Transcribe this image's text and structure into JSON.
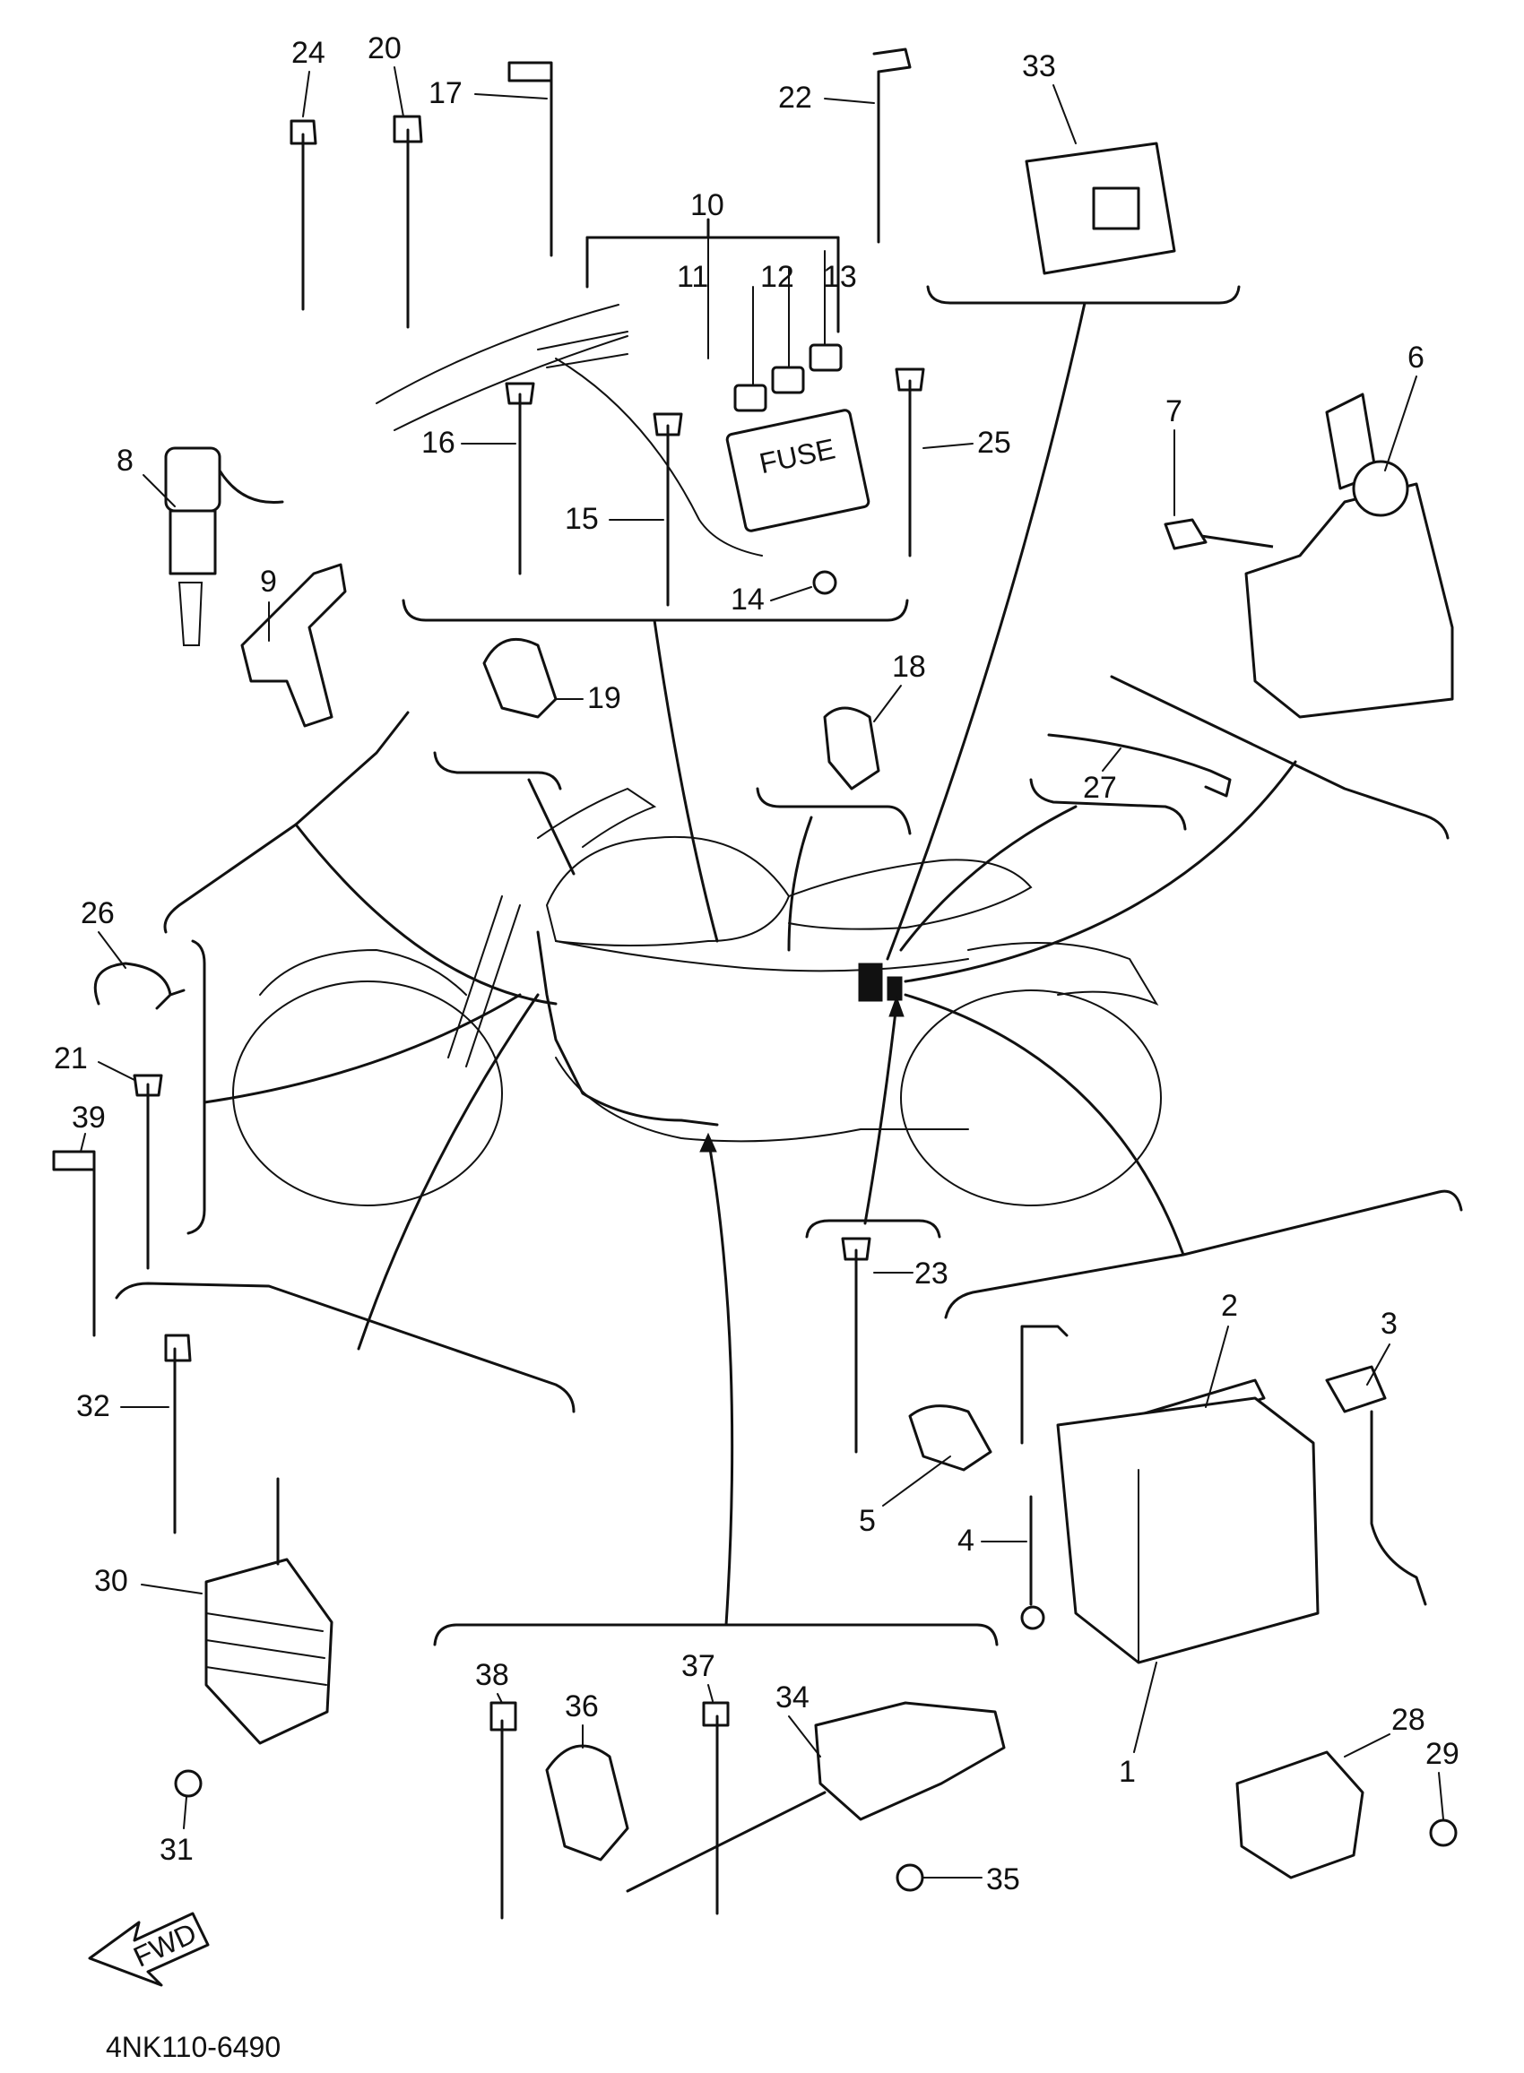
{
  "figure_code": "4NK110-6490",
  "fwd_arrow_label": "FWD",
  "fuse_box_label": "FUSE",
  "callouts": [
    "1",
    "2",
    "3",
    "4",
    "5",
    "6",
    "7",
    "8",
    "9",
    "10",
    "11",
    "12",
    "13",
    "14",
    "15",
    "16",
    "17",
    "18",
    "19",
    "20",
    "21",
    "22",
    "23",
    "24",
    "25",
    "26",
    "27",
    "28",
    "29",
    "30",
    "31",
    "32",
    "33",
    "34",
    "35",
    "36",
    "37",
    "38",
    "39"
  ]
}
